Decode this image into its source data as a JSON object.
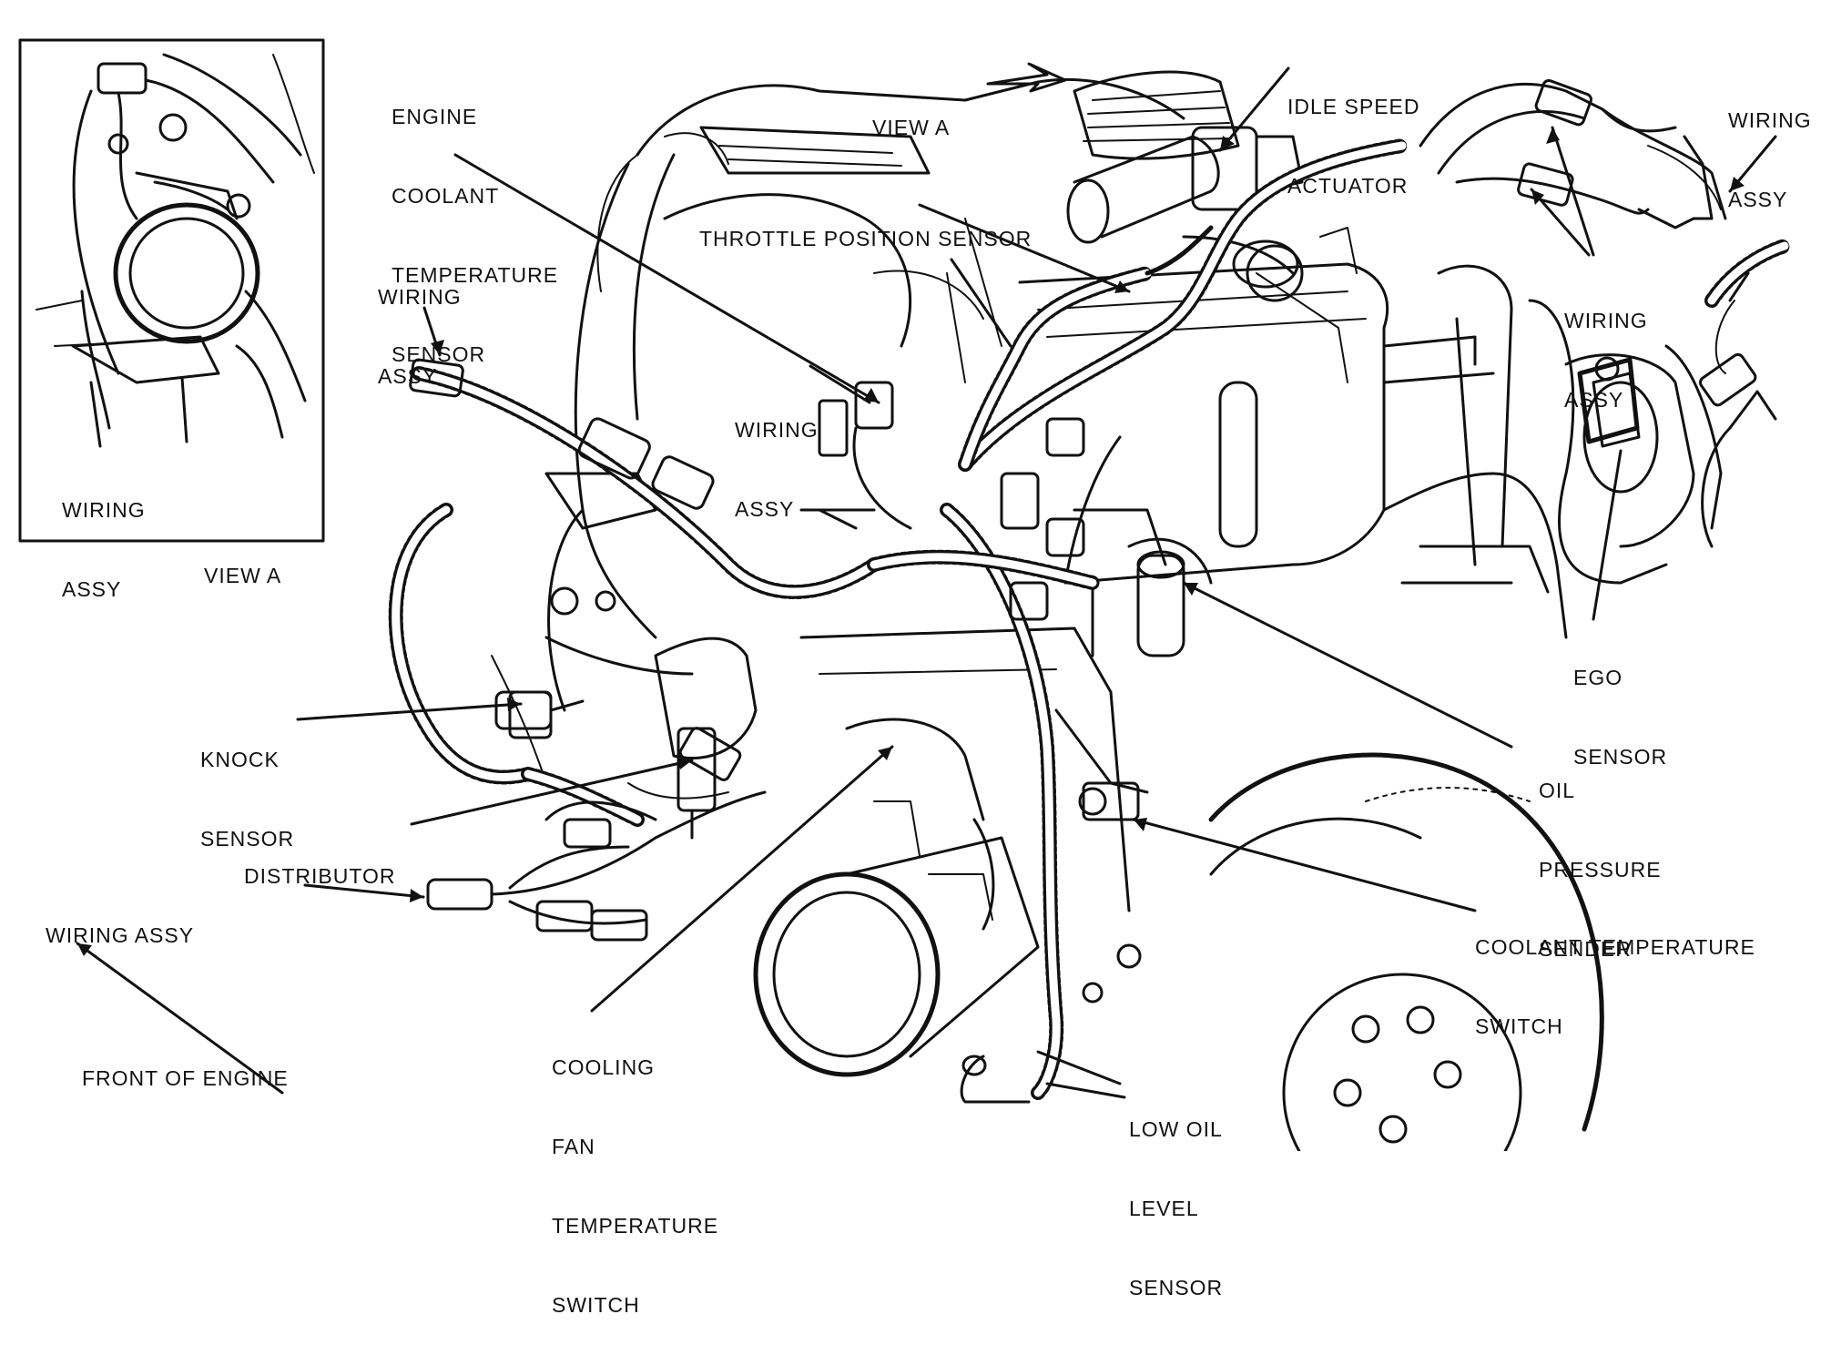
{
  "labels": {
    "engine_coolant_temperature_sensor": [
      "ENGINE",
      "COOLANT",
      "TEMPERATURE",
      "SENSOR"
    ],
    "view_a_header": "VIEW A",
    "idle_speed_actuator": [
      "IDLE SPEED",
      "ACTUATOR"
    ],
    "wiring_assy_top_right": [
      "WIRING",
      "ASSY"
    ],
    "throttle_position_sensor": "THROTTLE POSITION SENSOR",
    "wiring_assy_left": [
      "WIRING",
      "ASSY"
    ],
    "wiring_assy_center": [
      "WIRING",
      "ASSY"
    ],
    "wiring_assy_right": [
      "WIRING",
      "ASSY"
    ],
    "ego_sensor": [
      "EGO",
      "SENSOR"
    ],
    "knock_sensor": [
      "KNOCK",
      "SENSOR"
    ],
    "oil_pressure_sender": [
      "OIL",
      "PRESSURE",
      "SENDER"
    ],
    "distributor": "DISTRIBUTOR",
    "wiring_assy_lower_left": "WIRING ASSY",
    "coolant_temperature_switch": [
      "COOLANT TEMPERATURE",
      "SWITCH"
    ],
    "front_of_engine": "FRONT OF ENGINE",
    "cooling_fan_temperature_switch": [
      "COOLING",
      "FAN",
      "TEMPERATURE",
      "SWITCH"
    ],
    "low_oil_level_sensor": [
      "LOW OIL",
      "LEVEL",
      "SENSOR"
    ]
  },
  "inset": {
    "wiring_assy": [
      "WIRING",
      "ASSY"
    ],
    "caption": "VIEW A"
  }
}
